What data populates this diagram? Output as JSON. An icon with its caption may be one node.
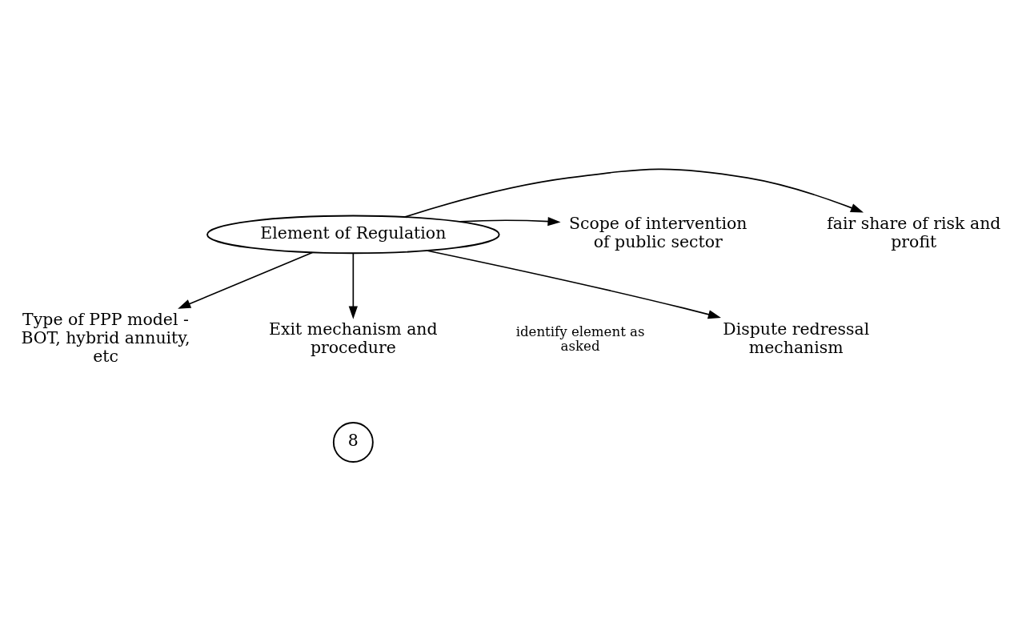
{
  "diagram": {
    "nodes": [
      {
        "text": [
          "Element of Regulation"
        ]
      },
      {
        "text": [
          "Type of PPP model - BOT, hybrid annuity, etc"
        ]
      },
      {
        "text": [
          "fair share of risk and profit"
        ]
      },
      {
        "text": [
          "Scope of intervention of public sector"
        ]
      },
      {
        "text": [
          "Dispute redressal mechanism"
        ]
      },
      {
        "text": [
          "Exit mechanism and procedure"
        ]
      },
      {
        "text": [
          "8"
        ]
      }
    ],
    "edges": [
      {
        "from": 0,
        "to": 1,
        "arrow": "to"
      },
      {
        "from": 0,
        "to": 2,
        "arrow": "to"
      },
      {
        "from": 0,
        "to": 3,
        "arrow": "to"
      },
      {
        "from": 0,
        "to": 4,
        "arrow": "to"
      },
      {
        "from": 0,
        "to": 5,
        "arrow": "to"
      }
    ],
    "labels": [
      "identify element as asked"
    ]
  }
}
